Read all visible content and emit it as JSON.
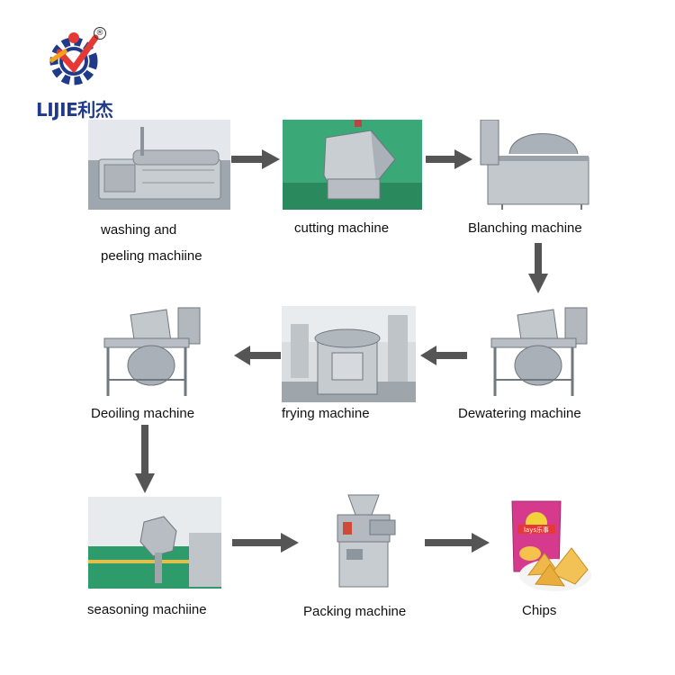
{
  "logo": {
    "brand_text": "LIJIE利杰",
    "registered_mark": "®",
    "icon": "gear-person-logo-icon"
  },
  "steps": [
    {
      "id": "washing",
      "label_line1": "washing and",
      "label_line2": "peeling machiine"
    },
    {
      "id": "cutting",
      "label": "cutting machine"
    },
    {
      "id": "blanching",
      "label": "Blanching machine"
    },
    {
      "id": "dewatering",
      "label": "Dewatering machine"
    },
    {
      "id": "frying",
      "label": "frying machine"
    },
    {
      "id": "deoiling",
      "label": "Deoiling machine"
    },
    {
      "id": "seasoning",
      "label": "seasoning machiine"
    },
    {
      "id": "packing",
      "label": "Packing machine"
    },
    {
      "id": "chips",
      "label": "Chips"
    }
  ],
  "chips_bag": {
    "brand_text": "lays乐事"
  },
  "colors": {
    "arrow": "#555555",
    "logo_blue": "#1f3a8a",
    "logo_red": "#e53935",
    "workshop_green": "#2e9b6a",
    "steel": "#b9bec4"
  }
}
